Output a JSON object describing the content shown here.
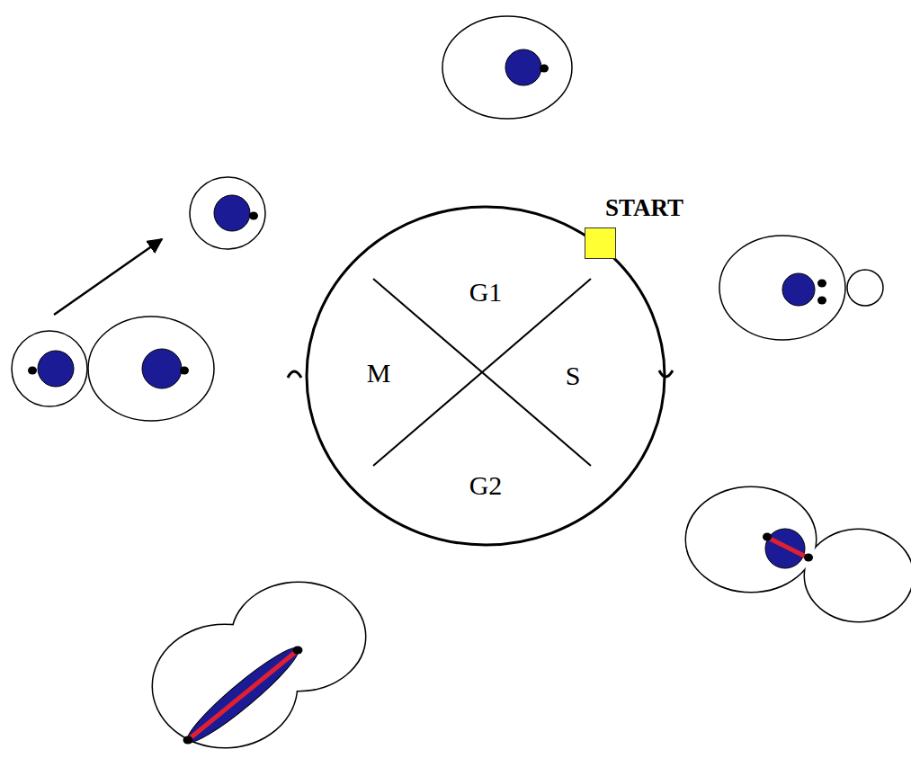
{
  "diagram": {
    "nodes": [
      {
        "text": [
          "G1",
          "S",
          "G2",
          "M"
        ]
      },
      {
        "text": [
          "START"
        ]
      }
    ]
  }
}
